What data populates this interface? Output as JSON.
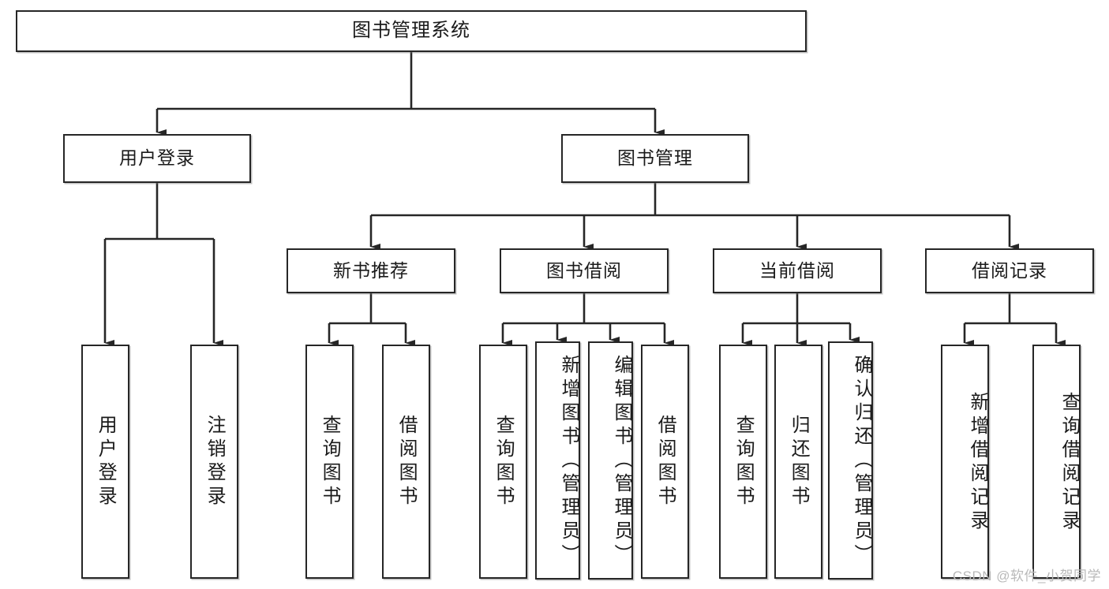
{
  "diagram": {
    "title": "图书管理系统",
    "watermark": "CSDN @软件_小贺同学",
    "style": {
      "background": "#ffffff",
      "box_border": "#262626",
      "box_fill": "#ffffff",
      "edge_color": "#262626",
      "text_color": "#1a1a1a",
      "watermark_color": "#b9b9b9"
    },
    "nodes": {
      "root": {
        "label": "图书管理系统"
      },
      "level1": [
        {
          "id": "user_login",
          "label": "用户登录"
        },
        {
          "id": "book_manage",
          "label": "图书管理"
        }
      ],
      "level2": [
        {
          "id": "new_book_rec",
          "label": "新书推荐"
        },
        {
          "id": "book_borrow",
          "label": "图书借阅"
        },
        {
          "id": "current_borrow",
          "label": "当前借阅"
        },
        {
          "id": "borrow_record",
          "label": "借阅记录"
        }
      ],
      "leaves": [
        {
          "id": "leaf_user_login",
          "label": "用户登录",
          "parent": "user_login"
        },
        {
          "id": "leaf_user_logout",
          "label": "注销登录",
          "parent": "user_login"
        },
        {
          "id": "leaf_query_book_1",
          "label": "查询图书",
          "parent": "new_book_rec"
        },
        {
          "id": "leaf_borrow_book_1",
          "label": "借阅图书",
          "parent": "new_book_rec"
        },
        {
          "id": "leaf_query_book_2",
          "label": "查询图书",
          "parent": "book_borrow"
        },
        {
          "id": "leaf_add_book",
          "label": "新增图书（管理员）",
          "parent": "book_borrow"
        },
        {
          "id": "leaf_edit_book",
          "label": "编辑图书（管理员）",
          "parent": "book_borrow"
        },
        {
          "id": "leaf_borrow_book_2",
          "label": "借阅图书",
          "parent": "book_borrow"
        },
        {
          "id": "leaf_query_book_3",
          "label": "查询图书",
          "parent": "current_borrow"
        },
        {
          "id": "leaf_return_book",
          "label": "归还图书",
          "parent": "current_borrow"
        },
        {
          "id": "leaf_confirm_return",
          "label": "确认归还（管理员）",
          "parent": "current_borrow"
        },
        {
          "id": "leaf_add_record",
          "label": "新增借阅记录",
          "parent": "borrow_record"
        },
        {
          "id": "leaf_query_record",
          "label": "查询借阅记录",
          "parent": "borrow_record"
        }
      ]
    }
  }
}
